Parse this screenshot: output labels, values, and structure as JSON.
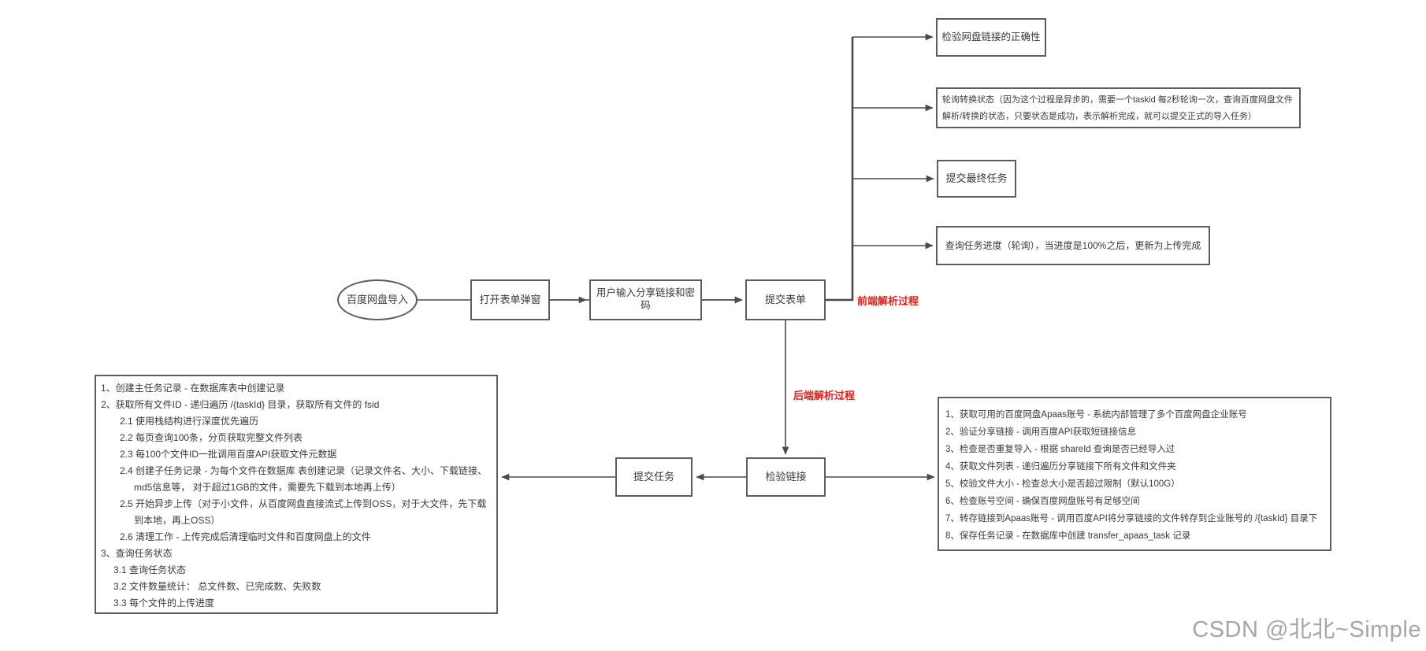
{
  "canvas": {
    "background": "#ffffff",
    "line_color": "#4a4a4a",
    "border_color": "#5d5d5d",
    "text_color": "#3a3a3a",
    "accent_red": "#e01f1f",
    "watermark_color": "#a6a6a6"
  },
  "flow": {
    "start": "百度网盘导入",
    "open_form": "打开表单弹窗",
    "input_link": "用户输入分享链接和密码",
    "submit_form": "提交表单",
    "check_correct": "检验网盘链接的正确性",
    "poll_status": "轮询转换状态（因为这个过程是异步的，需要一个taskid 每2秒轮询一次，查询百度网盘文件解析/转换的状态，只要状态是成功，表示解析完成，就可以提交正式的导入任务）",
    "submit_final": "提交最终任务",
    "query_progress": "查询任务进度（轮询），当进度是100%之后，更新为上传完成",
    "check_link": "检验链接",
    "submit_task": "提交任务",
    "frontend_label": "前端解析过程",
    "backend_label": "后端解析过程"
  },
  "task_steps": {
    "lines": [
      {
        "t": "1、创建主任务记录 - 在数据库表中创建记录",
        "ind": 0
      },
      {
        "t": "2、获取所有文件ID - 递归遍历 /{taskId} 目录，获取所有文件的 fsid",
        "ind": 0
      },
      {
        "t": "2.1 使用栈结构进行深度优先遍历",
        "ind": 24
      },
      {
        "t": "2.2 每页查询100条，分页获取完整文件列表",
        "ind": 24
      },
      {
        "t": "2.3 每100个文件ID一批调用百度API获取文件元数据",
        "ind": 24
      },
      {
        "t": "2.4 创建子任务记录 - 为每个文件在数据库 表创建记录（记录文件名、大小、下载链接、",
        "ind": 24
      },
      {
        "t": "md5信息等， 对于超过1GB的文件，需要先下载到本地再上传）",
        "ind": 42
      },
      {
        "t": "2.5 开始异步上传（对于小文件，从百度网盘直接流式上传到OSS，对于大文件，先下载",
        "ind": 24
      },
      {
        "t": "到本地，再上OSS）",
        "ind": 42
      },
      {
        "t": "2.6 清理工作 - 上传完成后清理临时文件和百度网盘上的文件",
        "ind": 24
      },
      {
        "t": "3、查询任务状态",
        "ind": 0
      },
      {
        "t": "3.1 查询任务状态",
        "ind": 16
      },
      {
        "t": "3.2 文件数量统计： 总文件数、已完成数、失败数",
        "ind": 16
      },
      {
        "t": "3.3 每个文件的上传进度",
        "ind": 16
      }
    ]
  },
  "backend_steps": {
    "lines": [
      {
        "t": "1、获取可用的百度网盘Apaas账号 - 系统内部管理了多个百度网盘企业账号",
        "ind": 0
      },
      {
        "t": "2、验证分享链接 - 调用百度API获取短链接信息",
        "ind": 0
      },
      {
        "t": "3、检查是否重复导入 - 根据 shareId 查询是否已经导入过",
        "ind": 0
      },
      {
        "t": "4、获取文件列表 - 递归遍历分享链接下所有文件和文件夹",
        "ind": 0
      },
      {
        "t": "5、校验文件大小 - 检查总大小是否超过限制（默认100G）",
        "ind": 0
      },
      {
        "t": "6、检查账号空间 - 确保百度网盘账号有足够空间",
        "ind": 0
      },
      {
        "t": "7、转存链接到Apaas账号 - 调用百度API将分享链接的文件转存到企业账号的 /{taskId} 目录下",
        "ind": 0
      },
      {
        "t": "8、保存任务记录 - 在数据库中创建 transfer_apaas_task 记录",
        "ind": 0
      }
    ]
  },
  "watermark": "CSDN @北北~Simple"
}
